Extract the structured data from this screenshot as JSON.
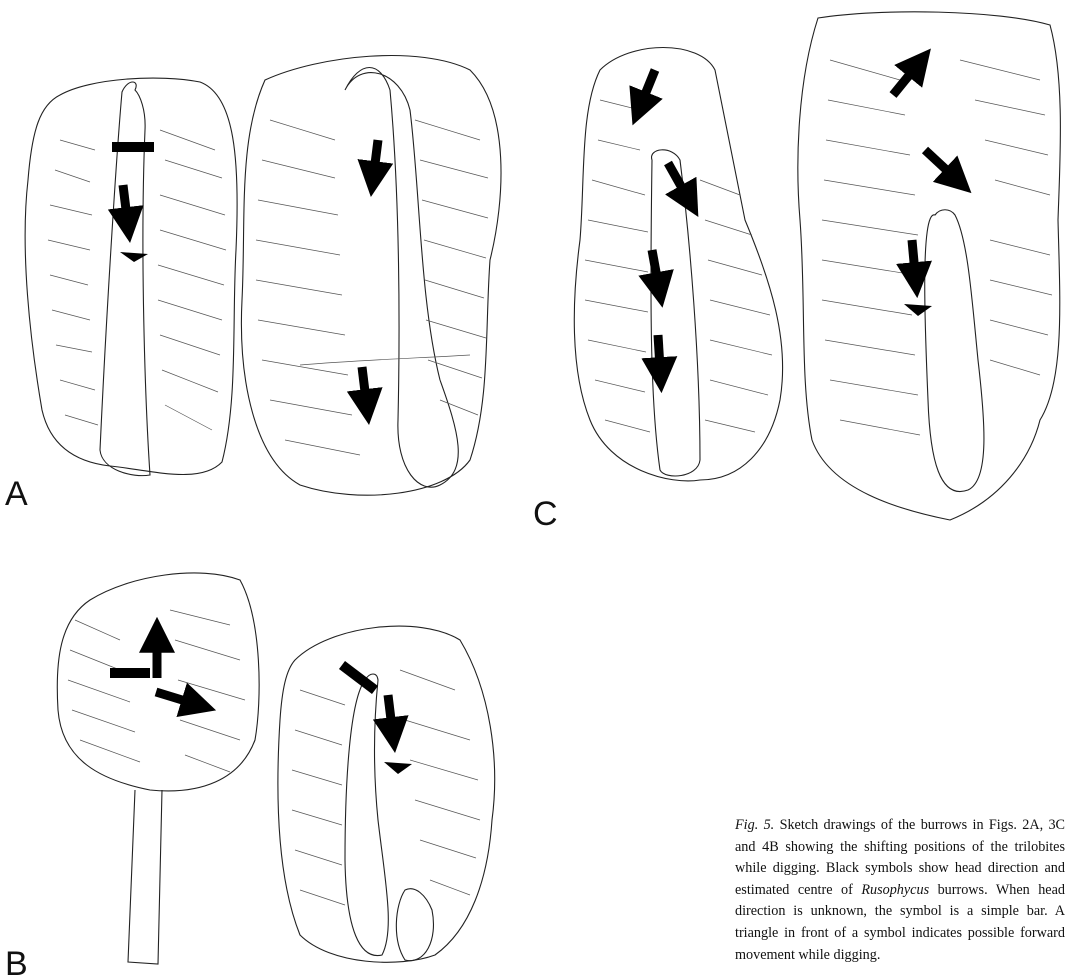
{
  "figure": {
    "panel_labels": {
      "a": "A",
      "b": "B",
      "c": "C"
    },
    "caption": {
      "fig_label": "Fig. 5.",
      "part1": " Sketch drawings of the burrows in Figs. 2A, 3C and 4B showing the shifting positions of the trilobites while digging. Black symbols show head direction and estimated centre of ",
      "italic_term": "Rusophycus",
      "part2": " burrows. When head direction is unknown, the symbol is a simple bar. A triangle in front of a symbol indicates possible forward movement while digging."
    }
  }
}
